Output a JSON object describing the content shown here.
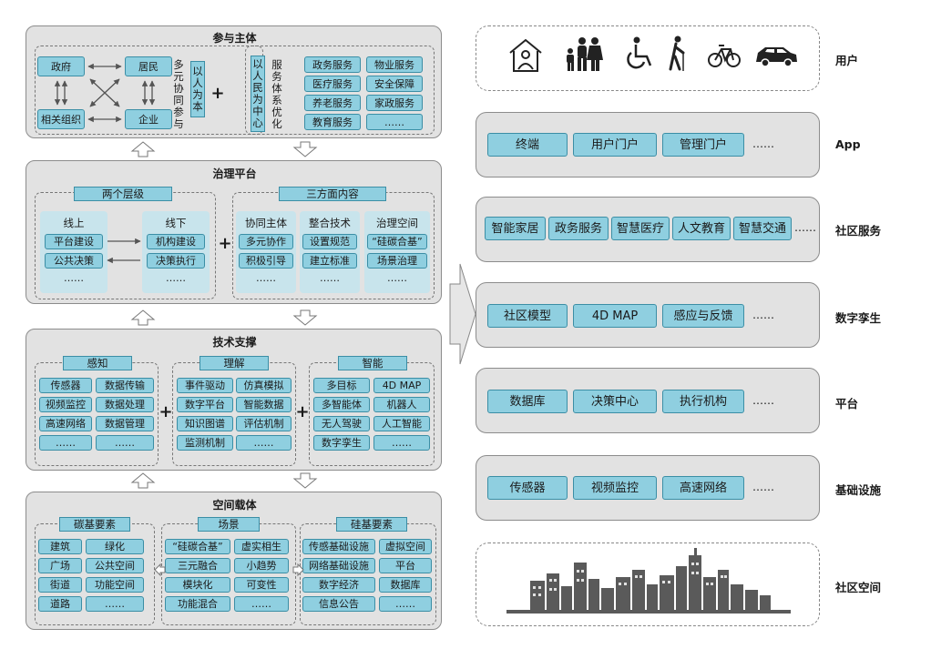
{
  "left": {
    "participants": {
      "title": "参与主体",
      "actors": [
        "政府",
        "居民",
        "相关组织",
        "企业"
      ],
      "multi_party_text": "多元协同参与",
      "people_first": "以人为本",
      "people_center": "以人民为中心",
      "service_opt_text": "服务体系优化",
      "services": [
        "政务服务",
        "物业服务",
        "医疗服务",
        "安全保障",
        "养老服务",
        "家政服务",
        "教育服务",
        "……"
      ]
    },
    "governance": {
      "title": "治理平台",
      "two_levels": {
        "title": "两个层级",
        "online": {
          "label": "线上",
          "items": [
            "平台建设",
            "公共决策",
            "……"
          ]
        },
        "offline": {
          "label": "线下",
          "items": [
            "机构建设",
            "决策执行",
            "……"
          ]
        }
      },
      "three_aspects": {
        "title": "三方面内容",
        "cols": [
          {
            "label": "协同主体",
            "items": [
              "多元协作",
              "积极引导",
              "……"
            ]
          },
          {
            "label": "整合技术",
            "items": [
              "设置规范",
              "建立标准",
              "……"
            ]
          },
          {
            "label": "治理空间",
            "items": [
              "“硅碳合基”",
              "场景治理",
              "……"
            ]
          }
        ]
      }
    },
    "tech": {
      "title": "技术支撑",
      "groups": [
        {
          "title": "感知",
          "items": [
            "传感器",
            "数据传输",
            "视频监控",
            "数据处理",
            "高速网络",
            "数据管理",
            "……",
            "……"
          ]
        },
        {
          "title": "理解",
          "items": [
            "事件驱动",
            "仿真模拟",
            "数字平台",
            "智能数据",
            "知识图谱",
            "评估机制",
            "监测机制",
            "……"
          ]
        },
        {
          "title": "智能",
          "items": [
            "多目标",
            "4D MAP",
            "多智能体",
            "机器人",
            "无人驾驶",
            "人工智能",
            "数字孪生",
            "……"
          ]
        }
      ]
    },
    "space": {
      "title": "空间载体",
      "groups": [
        {
          "title": "碳基要素",
          "items": [
            "建筑",
            "绿化",
            "广场",
            "公共空间",
            "街道",
            "功能空间",
            "道路",
            "……"
          ]
        },
        {
          "title": "场景",
          "items": [
            "“硅碳合基”",
            "虚实相生",
            "三元融合",
            "小趋势",
            "模块化",
            "可变性",
            "功能混合",
            "……"
          ]
        },
        {
          "title": "硅基要素",
          "items": [
            "传感基础设施",
            "虚拟空间",
            "网络基础设施",
            "平台",
            "数字经济",
            "数据库",
            "信息公告",
            "……"
          ]
        }
      ]
    }
  },
  "right": {
    "layers": [
      {
        "label": "用户",
        "icons": [
          "home-user-icon",
          "family-icon",
          "wheelchair-icon",
          "elderly-icon",
          "bicycle-icon",
          "car-icon"
        ]
      },
      {
        "label": "App",
        "items": [
          "终端",
          "用户门户",
          "管理门户"
        ],
        "more": "……"
      },
      {
        "label": "社区服务",
        "items": [
          "智能家居",
          "政务服务",
          "智慧医疗",
          "人文教育",
          "智慧交通"
        ],
        "more": "……"
      },
      {
        "label": "数字孪生",
        "items": [
          "社区模型",
          "4D MAP",
          "感应与反馈"
        ],
        "more": "……"
      },
      {
        "label": "平台",
        "items": [
          "数据库",
          "决策中心",
          "执行机构"
        ],
        "more": "……"
      },
      {
        "label": "基础设施",
        "items": [
          "传感器",
          "视频监控",
          "高速网络"
        ],
        "more": "……"
      },
      {
        "label": "社区空间",
        "icons": [
          "city-skyline-icon"
        ]
      }
    ]
  },
  "colors": {
    "panel": "#e2e2e2",
    "box": "#8fcfe0",
    "box_border": "#3b8ea5",
    "sub": "#c8e4ec",
    "dark": "#555555"
  }
}
